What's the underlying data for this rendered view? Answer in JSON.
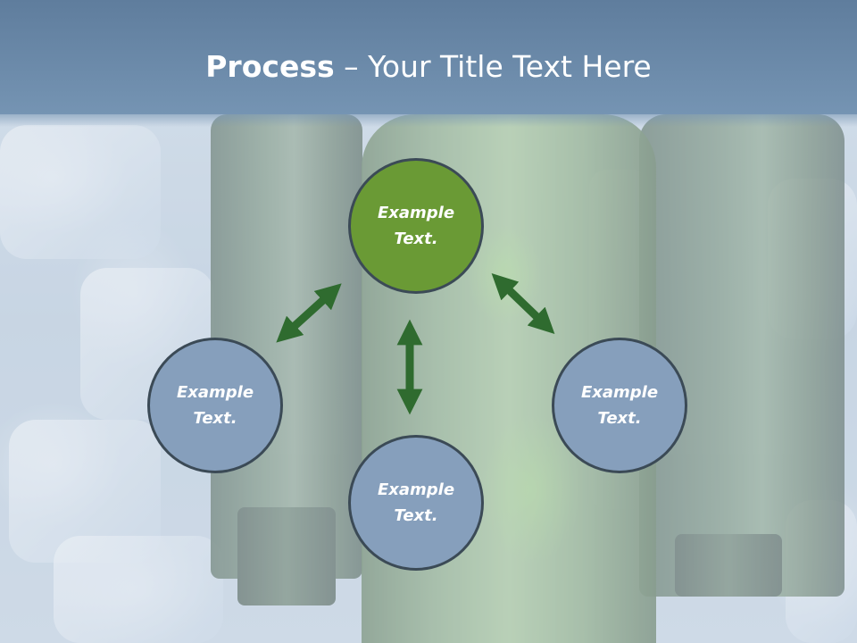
{
  "slide": {
    "title_bold": "Process",
    "title_rest": " – Your Title Text Here"
  },
  "nodes": {
    "top": {
      "line1": "Example",
      "line2": "Text.",
      "color": "#6a9a35"
    },
    "left": {
      "line1": "Example",
      "line2": "Text.",
      "color": "#869fbc"
    },
    "bottom": {
      "line1": "Example",
      "line2": "Text.",
      "color": "#869fbc"
    },
    "right": {
      "line1": "Example",
      "line2": "Text.",
      "color": "#869fbc"
    }
  },
  "colors": {
    "title_bar": "#6a89a9",
    "arrow": "#2f6b2f",
    "node_border": "#3b4a56"
  }
}
